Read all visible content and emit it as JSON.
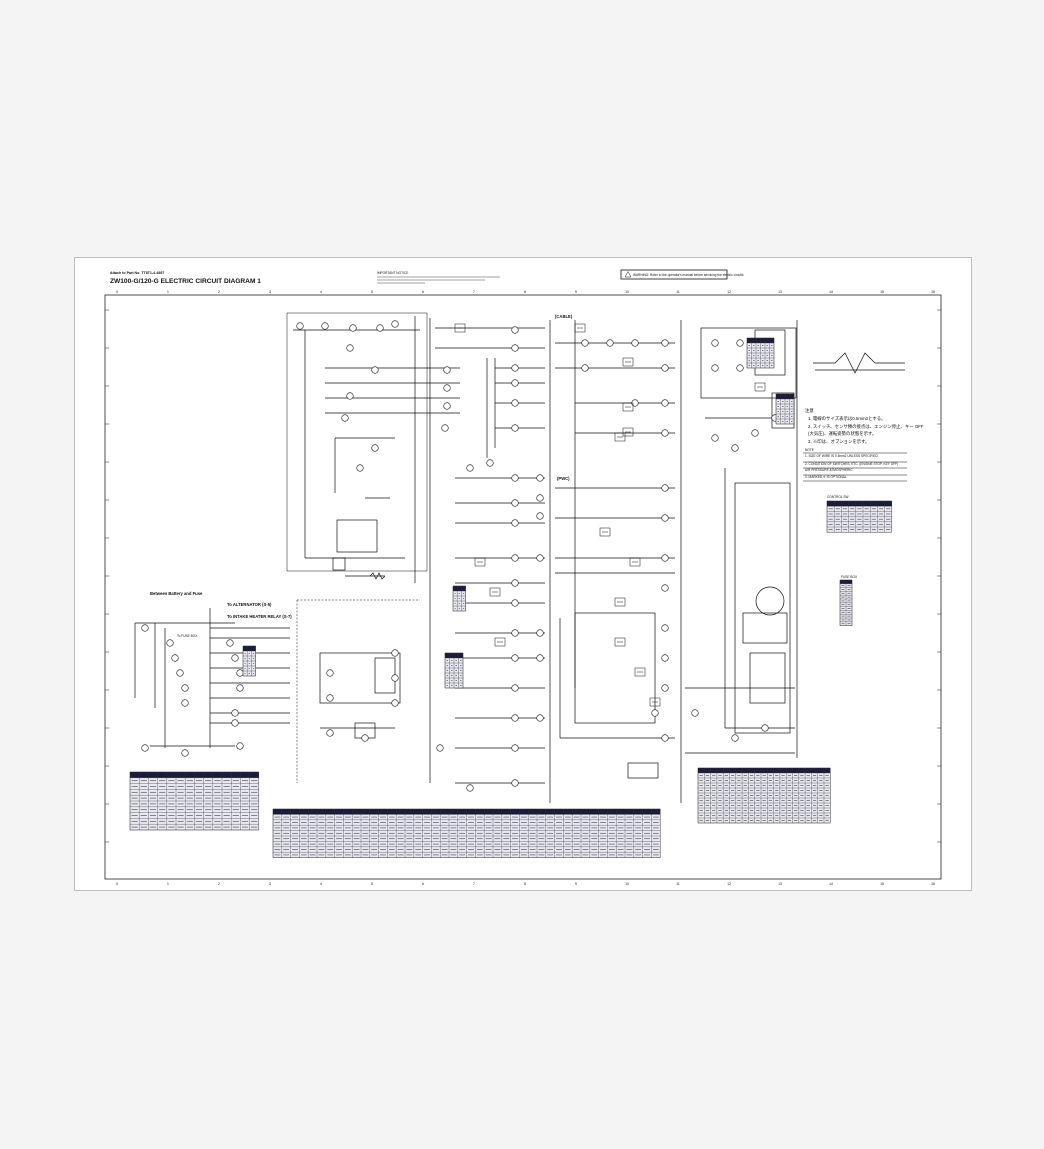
{
  "document": {
    "part_number": "Attach to Part No. TT8T1-4-4897",
    "title": "ZW100-G/120-G ELECTRIC CIRCUIT DIAGRAM 1",
    "important_notice_heading": "IMPORTANT NOTICE",
    "warning_box": "WARNING: Refer to the operator's manual before servicing the electric circuits."
  },
  "frame": {
    "zone_numbers": [
      "0",
      "1",
      "2",
      "3",
      "4",
      "5",
      "6",
      "7",
      "8",
      "9",
      "10",
      "11",
      "12",
      "13",
      "14",
      "15",
      "16"
    ]
  },
  "notes": {
    "heading": "注意",
    "lines": [
      "1. 電線のサイズ表示は0.5mm2とする。",
      "2. スイッチ、センサ類の接点は、エンジン停止、キー OFF",
      "   (大気圧)、運転姿勢の状態を示す。",
      "3. ※印は、オプションを示す。"
    ],
    "english_heading": "NOTE",
    "english_lines": [
      "1. SIZE OF WIRE IS 0.5mm2 UNLESS SPECIFIED.",
      "2. CONDITION OF SWITCHES, ETC. (ENGINE STOP, KEY OFF)",
      "   AIR PRESSURE ATMOSPHERIC",
      "3. MARKED ※ IS OPTIONAL."
    ]
  },
  "labels": {
    "battery_block": "Between Battery and Fuse",
    "alternator": "To ALTERNATOR (S-5)",
    "intake_heater": "To INTAKE HEATER RELAY (S-7)",
    "fuse_box": "To FUSE BOX",
    "cable_marker": "(CABLE)",
    "pwc_marker": "(PWC)",
    "control_table": "CONTROL SW",
    "key_switch_table": "FUSE BOX"
  }
}
